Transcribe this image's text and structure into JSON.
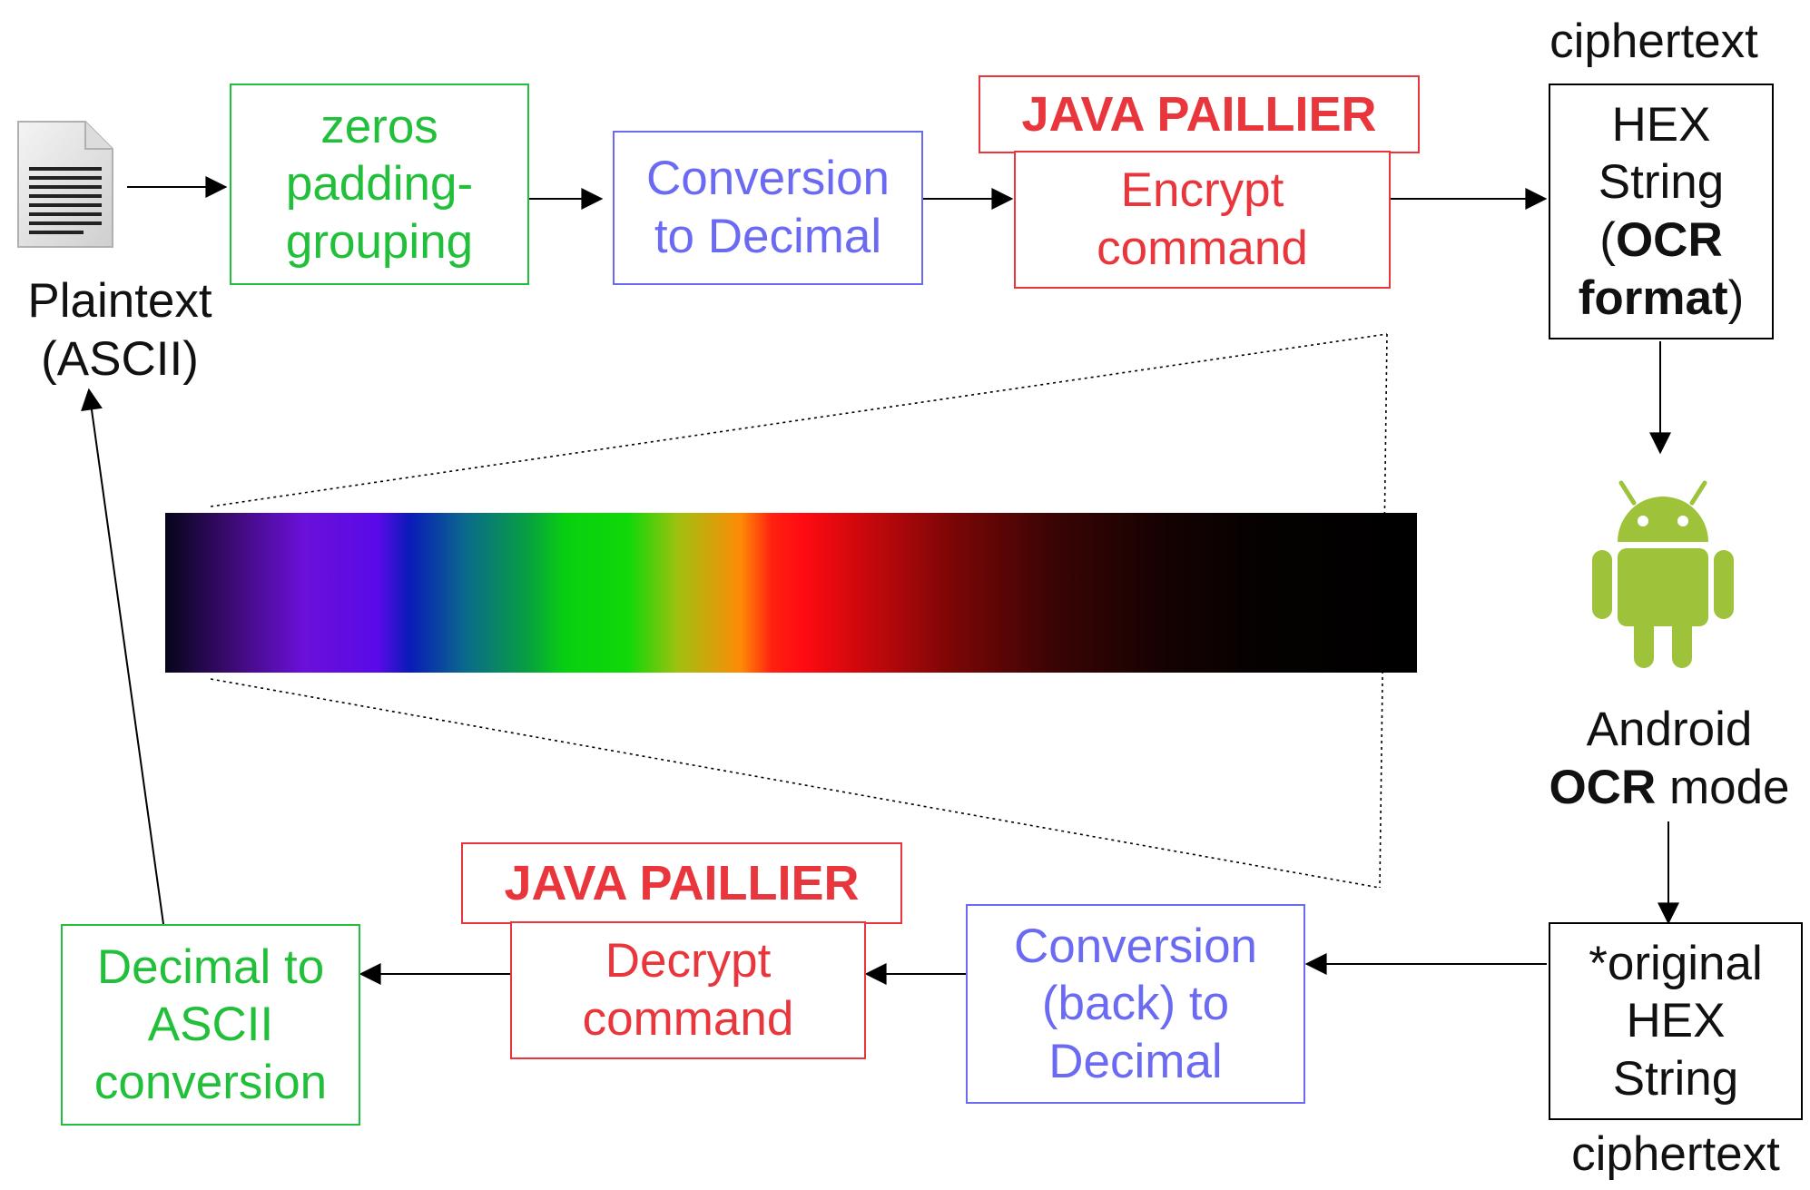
{
  "plaintext": {
    "line1": "Plaintext",
    "line2": "(ASCII)"
  },
  "boxes": {
    "zeros": [
      "zeros",
      "padding-",
      "grouping"
    ],
    "conv_dec": [
      "Conversion",
      "to Decimal"
    ],
    "encrypt": [
      "Encrypt",
      "command"
    ],
    "hex_top": {
      "line1": "HEX",
      "line2": "String",
      "line3_open": "(",
      "line3_bold": "OCR",
      "line4_bold": "format",
      "line4_close": ")"
    },
    "hex_bottom": [
      "*original",
      "HEX",
      "String"
    ],
    "conv_back": [
      "Conversion",
      "(back) to",
      "Decimal"
    ],
    "decrypt": [
      "Decrypt",
      "command"
    ],
    "dec_ascii": [
      "Decimal to",
      "ASCII",
      "conversion"
    ]
  },
  "java_paillier_top": "JAVA PAILLIER",
  "java_paillier_bottom": "JAVA PAILLIER",
  "ciphertext_top": "ciphertext",
  "ciphertext_bottom": "ciphertext",
  "android": {
    "line1": "Android",
    "line2_bold": "OCR",
    "line2_rest": " mode"
  },
  "icons": {
    "document": "document-icon",
    "android": "android-robot-icon",
    "spectrum": "color-spectrum-image"
  },
  "colors": {
    "green": "#22c03a",
    "blue": "#6a6af2",
    "red": "#e8363c",
    "android_green": "#9ec33a"
  }
}
